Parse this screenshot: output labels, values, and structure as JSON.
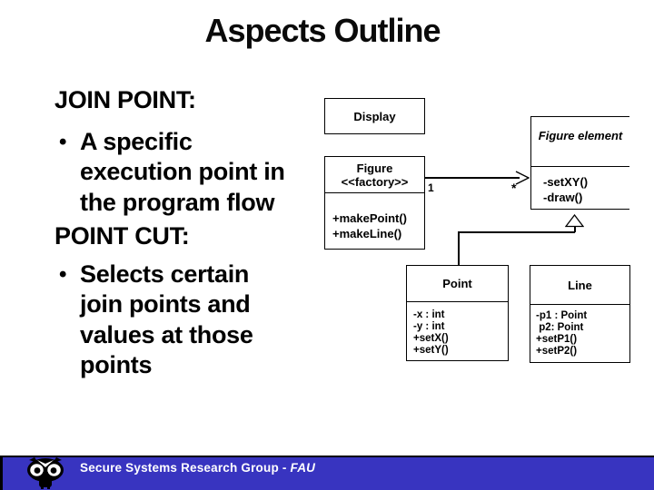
{
  "title": "Aspects Outline",
  "body": {
    "bullet_char": "•",
    "heading1": "JOIN POINT:",
    "bullet1_lines": [
      "A specific",
      "execution point in",
      "the program flow"
    ],
    "heading2": "POINT CUT:",
    "bullet2_lines": [
      "Selects certain",
      "join points and",
      "values at those",
      "points"
    ]
  },
  "diagram": {
    "display": {
      "name": "Display"
    },
    "figure": {
      "name": "Figure",
      "stereotype": "<<factory>>",
      "operations": [
        "+makePoint()",
        "+makeLine()"
      ]
    },
    "figure_element": {
      "name": "Figure element",
      "operations": [
        "-setXY()",
        "-draw()"
      ]
    },
    "point": {
      "name": "Point",
      "members": [
        "-x : int",
        "-y : int",
        "+setX()",
        "+setY()"
      ]
    },
    "line": {
      "name": "Line",
      "members": [
        "-p1 : Point",
        " p2: Point",
        "+setP1()",
        "+setP2()"
      ]
    },
    "association": {
      "source_multiplicity": "1",
      "target_multiplicity": "*"
    }
  },
  "footer": {
    "text": "Secure Systems Research Group - ",
    "org": "FAU",
    "bar_color": "#3834c0"
  }
}
